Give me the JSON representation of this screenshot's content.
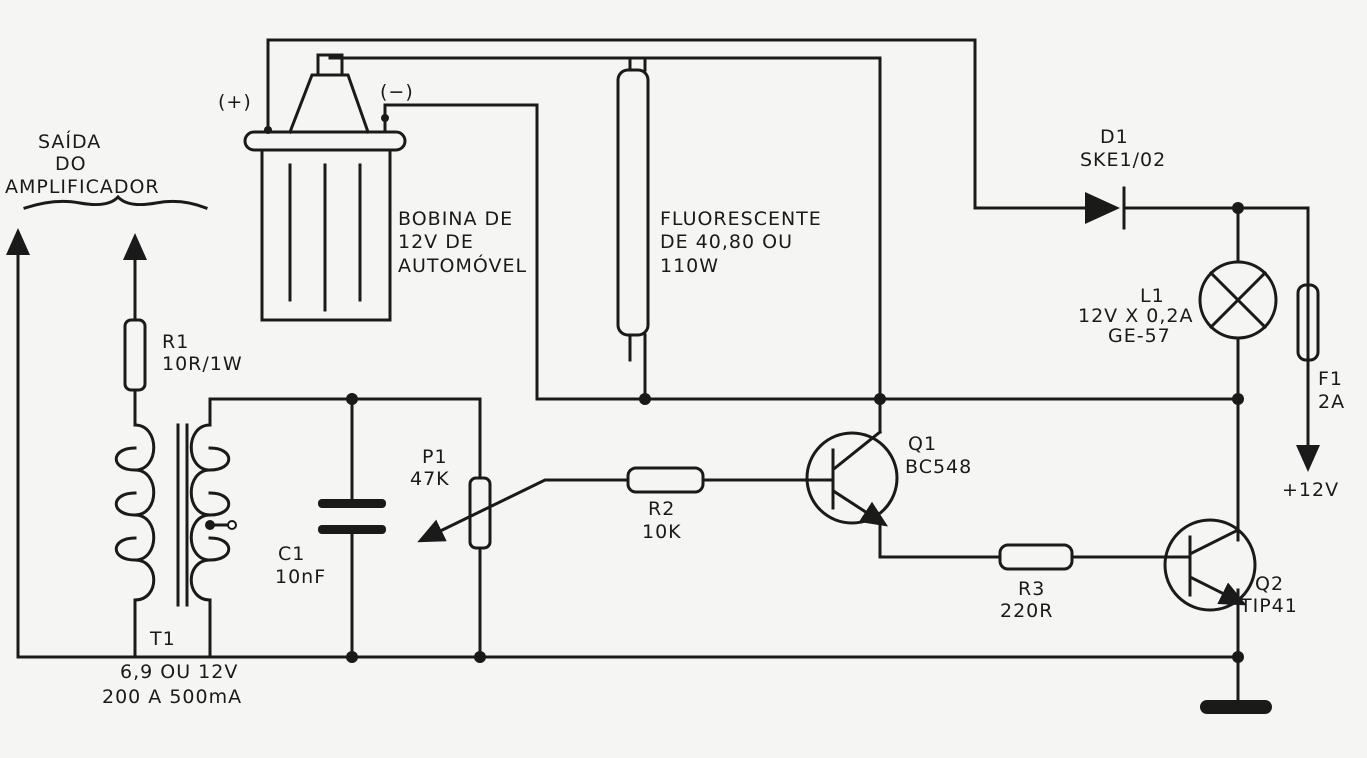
{
  "amplifier_label": {
    "line1": "SAÍDA",
    "line2": "DO",
    "line3": "AMPLIFICADOR"
  },
  "coil": {
    "plus": "(+)",
    "minus": "(−)",
    "line1": "BOBINA DE",
    "line2": "12V  DE",
    "line3": "AUTOMÓVEL"
  },
  "tube": {
    "line1": "FLUORESCENTE",
    "line2": "DE 40,80  OU",
    "line3": "110W"
  },
  "d1": {
    "name": "D1",
    "value": "SKE1/02"
  },
  "l1": {
    "name": "L1",
    "value": "12V X 0,2A",
    "part": "GE-57"
  },
  "f1": {
    "name": "F1",
    "value": "2A"
  },
  "supply": "+12V",
  "r1": {
    "name": "R1",
    "value": "10R/1W"
  },
  "p1": {
    "name": "P1",
    "value": "47K"
  },
  "r2": {
    "name": "R2",
    "value": "10K"
  },
  "q1": {
    "name": "Q1",
    "value": "BC548"
  },
  "q2": {
    "name": "Q2",
    "value": "TIP41"
  },
  "r3": {
    "name": "R3",
    "value": "220R"
  },
  "c1": {
    "name": "C1",
    "value": "10nF"
  },
  "t1": {
    "name": "T1",
    "value1": "6,9 OU 12V",
    "value2": "200 A 500mA"
  }
}
